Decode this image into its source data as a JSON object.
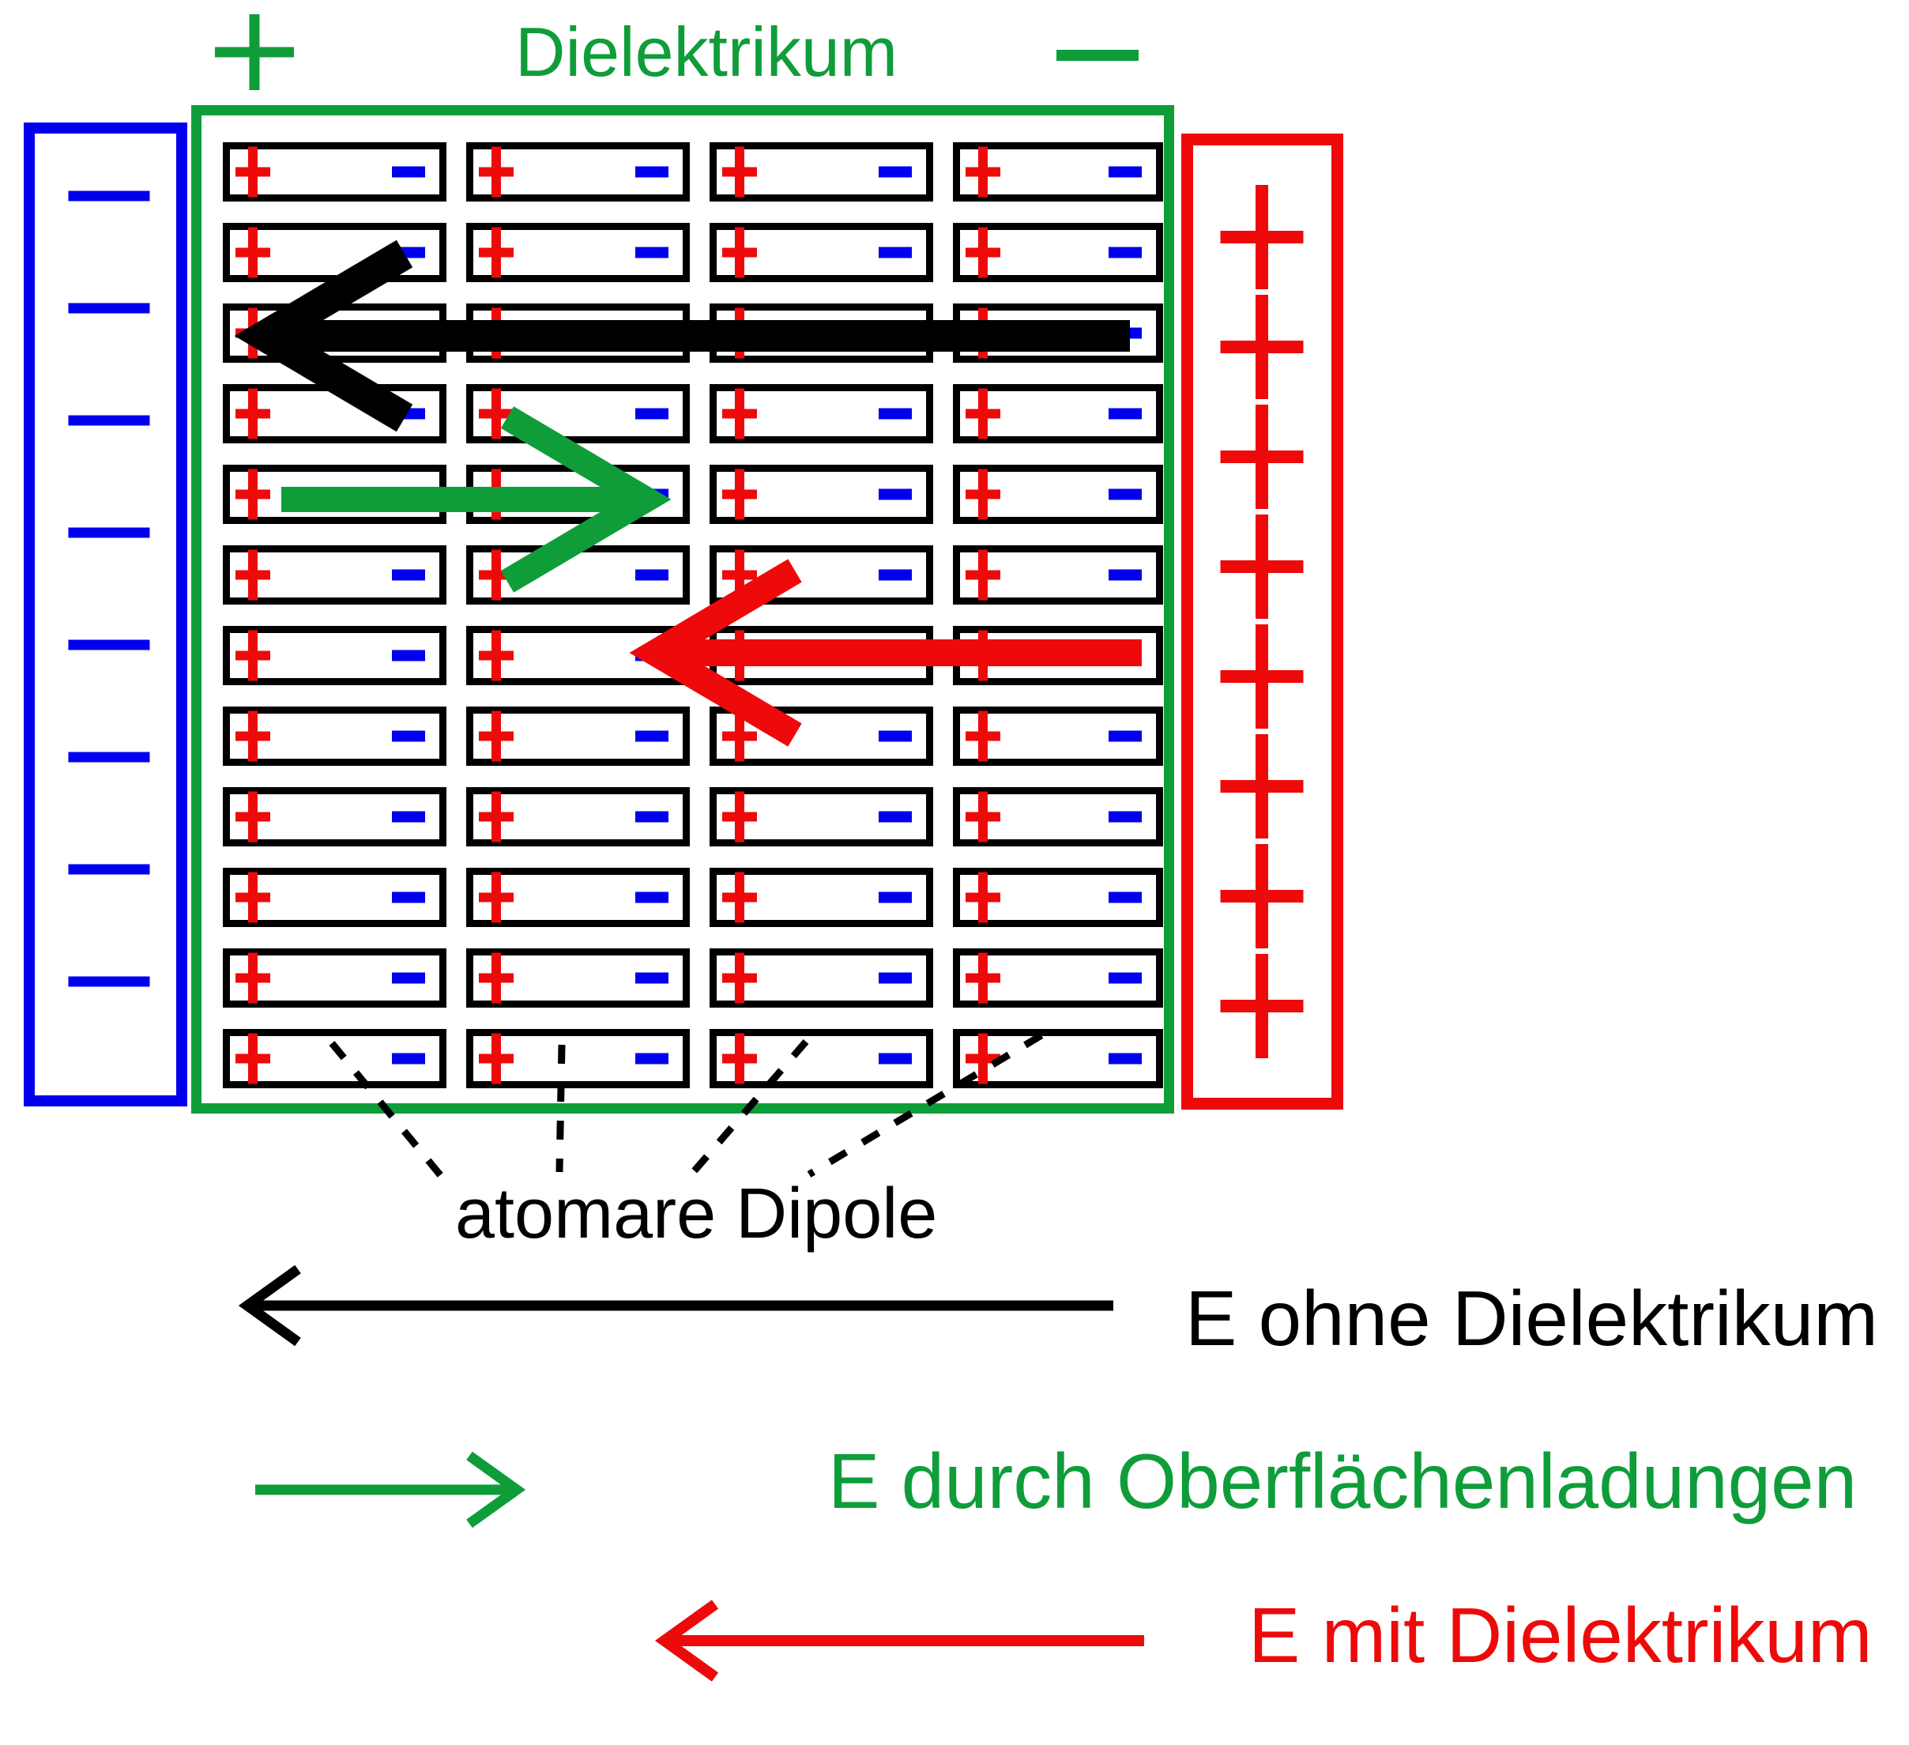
{
  "colors": {
    "green": "#0f9d3a",
    "blue": "#0000ee",
    "red": "#ee0a0a",
    "black": "#000000",
    "background": "#ffffff"
  },
  "header": {
    "positive_symbol": "+",
    "title": "Dielektrikum",
    "negative_symbol": "−"
  },
  "plates": {
    "left": {
      "polarity": "negative",
      "symbol": "−",
      "symbol_count": 8,
      "color_key": "blue"
    },
    "right": {
      "polarity": "positive",
      "symbol": "+",
      "symbol_count": 8,
      "color_key": "red"
    }
  },
  "dielectric": {
    "rows": 12,
    "cols": 4,
    "dipole": {
      "plus_symbol": "+",
      "minus_symbol": "−",
      "plus_color_key": "red",
      "minus_color_key": "blue"
    }
  },
  "field_arrows": [
    {
      "label": "E ohne Dielektrikum",
      "color_key": "black",
      "direction": "left"
    },
    {
      "label": "E durch Oberflächenladungen",
      "color_key": "green",
      "direction": "right"
    },
    {
      "label": "E mit Dielektrikum",
      "color_key": "red",
      "direction": "left"
    }
  ],
  "callout": {
    "label": "atomare Dipole",
    "pointer_count": 4
  },
  "legend": {
    "items": [
      {
        "label": "E ohne Dielektrikum",
        "color_key": "black",
        "direction": "left"
      },
      {
        "label": "E durch Oberflächenladungen",
        "color_key": "green",
        "direction": "right"
      },
      {
        "label": "E mit Dielektrikum",
        "color_key": "red",
        "direction": "left"
      }
    ]
  }
}
